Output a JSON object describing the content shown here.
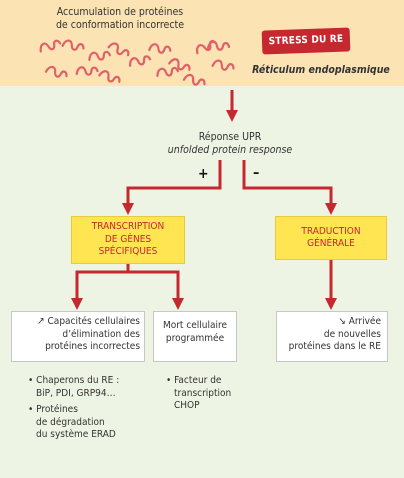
{
  "colors": {
    "top_band": "#fbe3b4",
    "background": "#eef4e4",
    "arrow": "#c5282f",
    "stamp": "#c5282f",
    "yellow_box": "#ffe552",
    "protein": "#e0606a"
  },
  "header": {
    "accumulation": [
      "Accumulation de protéines",
      "de conformation incorrecte"
    ],
    "stress_label": "STRESS DU RE",
    "reticulum": "Réticulum endoplasmique"
  },
  "upr": {
    "title": "Réponse UPR",
    "subtitle": "unfolded protein response",
    "plus": "+",
    "minus": "–"
  },
  "boxes": {
    "transcription": [
      "TRANSCRIPTION",
      "DE GÈNES",
      "SPÉCIFIQUES"
    ],
    "traduction": [
      "TRADUCTION",
      "GÉNÉRALE"
    ],
    "capacites": [
      "↗ Capacités cellulaires",
      "d’élimination des",
      "protéines incorrectes"
    ],
    "mort": [
      "Mort cellulaire",
      "programmée"
    ],
    "arrivee": [
      "↘ Arrivée",
      "de nouvelles",
      "protéines dans le RE"
    ]
  },
  "lists": {
    "chaperons": [
      "• Chaperons du RE :",
      "BiP, PDI, GRP94…",
      "• Protéines",
      "de dégradation",
      "du système ERAD"
    ],
    "chop": [
      "• Facteur de",
      "transcription",
      "CHOP"
    ]
  },
  "icons": {
    "protein": "squiggle-protein-icon",
    "stamp": "stress-stamp-icon"
  }
}
